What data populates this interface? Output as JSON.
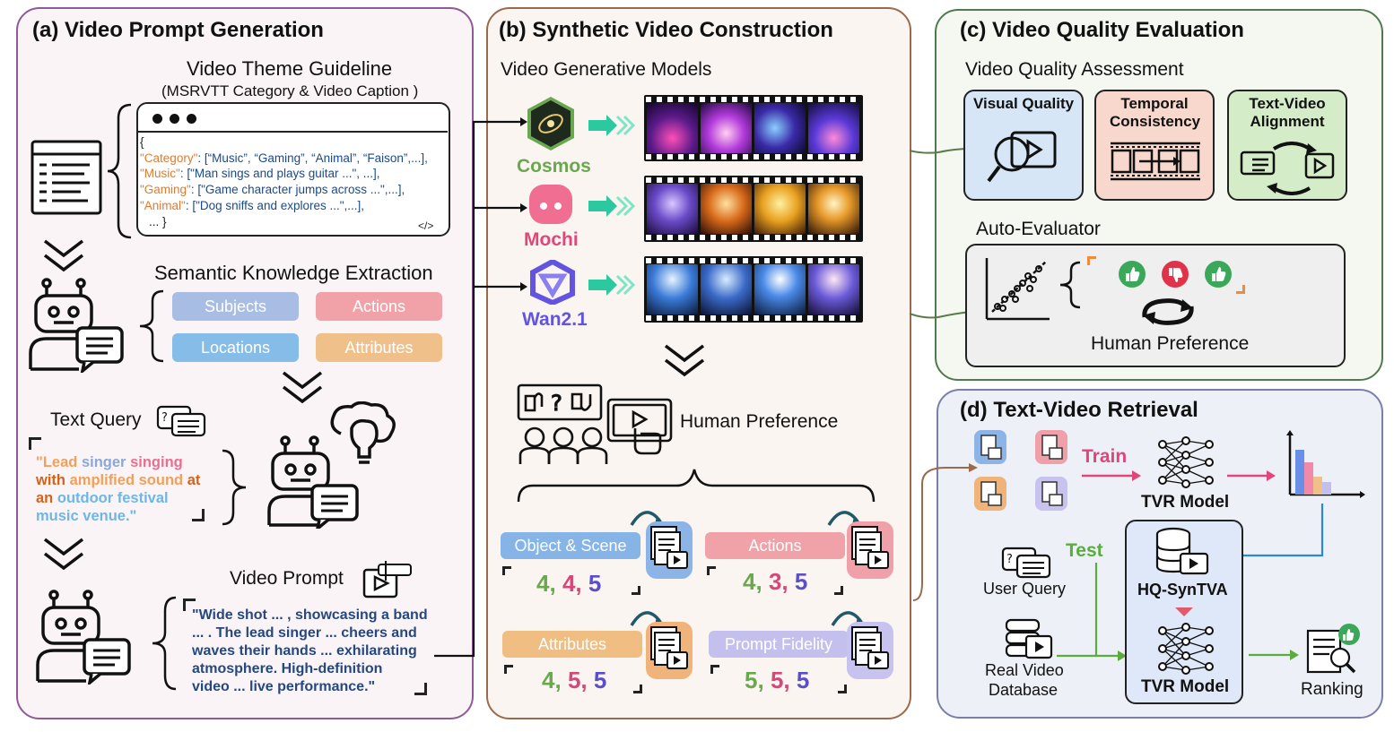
{
  "panel_a": {
    "title": "(a) Video Prompt Generation",
    "theme_title": "Video Theme Guideline",
    "theme_subtitle": "(MSRVTT Category & Video Caption )",
    "code": {
      "line0": "{",
      "line1_key": "\"Category\"",
      "line1_val": ": [“Music”, “Gaming”, “Animal”, “Faison”,...],",
      "line2_key": "\"Music\"",
      "line2_val": ": [\"Man sings and plays guitar ...\", ...],",
      "line3_key": "\"Gaming\"",
      "line3_val": ": [\"Game character jumps across ...\",...],",
      "line4_key": "\"Animal\"",
      "line4_val": ": [\"Dog sniffs and explores ...\",...],",
      "line5": "... }",
      "tag": "</>"
    },
    "ske_title": "Semantic Knowledge Extraction",
    "pills": {
      "subjects": "Subjects",
      "actions": "Actions",
      "locations": "Locations",
      "attributes": "Attributes"
    },
    "text_query_title": "Text Query",
    "text_query": {
      "w1": "\"Lead",
      "w2": "singer",
      "w3": "singing",
      "w4": "with",
      "w5": "amplified sound",
      "w6": "at",
      "w7": "an",
      "w8": "outdoor festival",
      "w9": "music venue.\""
    },
    "video_prompt_title": "Video Prompt",
    "video_prompt_lines": [
      "\"Wide shot ... , showcasing a band",
      "... . The lead singer ... cheers and",
      "waves their hands ... exhilarating",
      "atmosphere. High-definition",
      "video ... live performance.\""
    ]
  },
  "panel_b": {
    "title": "(b) Synthetic Video Construction",
    "models_title": "Video Generative Models",
    "models": [
      "Cosmos",
      "Mochi",
      "Wan2.1"
    ],
    "human_pref": "Human Preference",
    "criteria": [
      {
        "label": "Object & Scene",
        "scores": [
          "4",
          "4",
          "5"
        ]
      },
      {
        "label": "Actions",
        "scores": [
          "4",
          "3",
          "5"
        ]
      },
      {
        "label": "Attributes",
        "scores": [
          "4",
          "5",
          "5"
        ]
      },
      {
        "label": "Prompt Fidelity",
        "scores": [
          "5",
          "5",
          "5"
        ]
      }
    ],
    "score_sep": ","
  },
  "panel_c": {
    "title": "(c) Video Quality Evaluation",
    "vqa_title": "Video Quality Assessment",
    "boxes": [
      "Visual Quality",
      "Temporal Consistency",
      "Text-Video Alignment"
    ],
    "auto_title": "Auto-Evaluator",
    "human_pref": "Human Preference"
  },
  "panel_d": {
    "title": "(d) Text-Video Retrieval",
    "train": "Train",
    "test": "Test",
    "tvr_model": "TVR Model",
    "user_query": "User Query",
    "hq": "HQ-SynTVA",
    "real_db_line1": "Real Video",
    "real_db_line2": "Database",
    "ranking": "Ranking"
  },
  "colors": {
    "panel_a_border": "#8e5b96",
    "panel_a_bg": "#fbf4f7",
    "panel_b_border": "#9a6a4a",
    "panel_b_bg": "#fbf5f1",
    "panel_c_border": "#4f7a4f",
    "panel_c_bg": "#f4f8f1",
    "panel_d_border": "#7a7ea8",
    "panel_d_bg": "#eef0f8",
    "score_green": "#6aa84f",
    "score_pink": "#d6467a",
    "score_purple": "#5b4fc9",
    "pill_blue": "#9db6e0",
    "pill_pink": "#f0a2a8",
    "pill_lightblue": "#7fb9e6",
    "pill_orange": "#f0be82",
    "cosmos_green": "#6aa84f",
    "mochi_pink": "#e0457b",
    "wan_purple": "#6254e0",
    "train_pink": "#e0457b",
    "test_green": "#5aad3c"
  }
}
